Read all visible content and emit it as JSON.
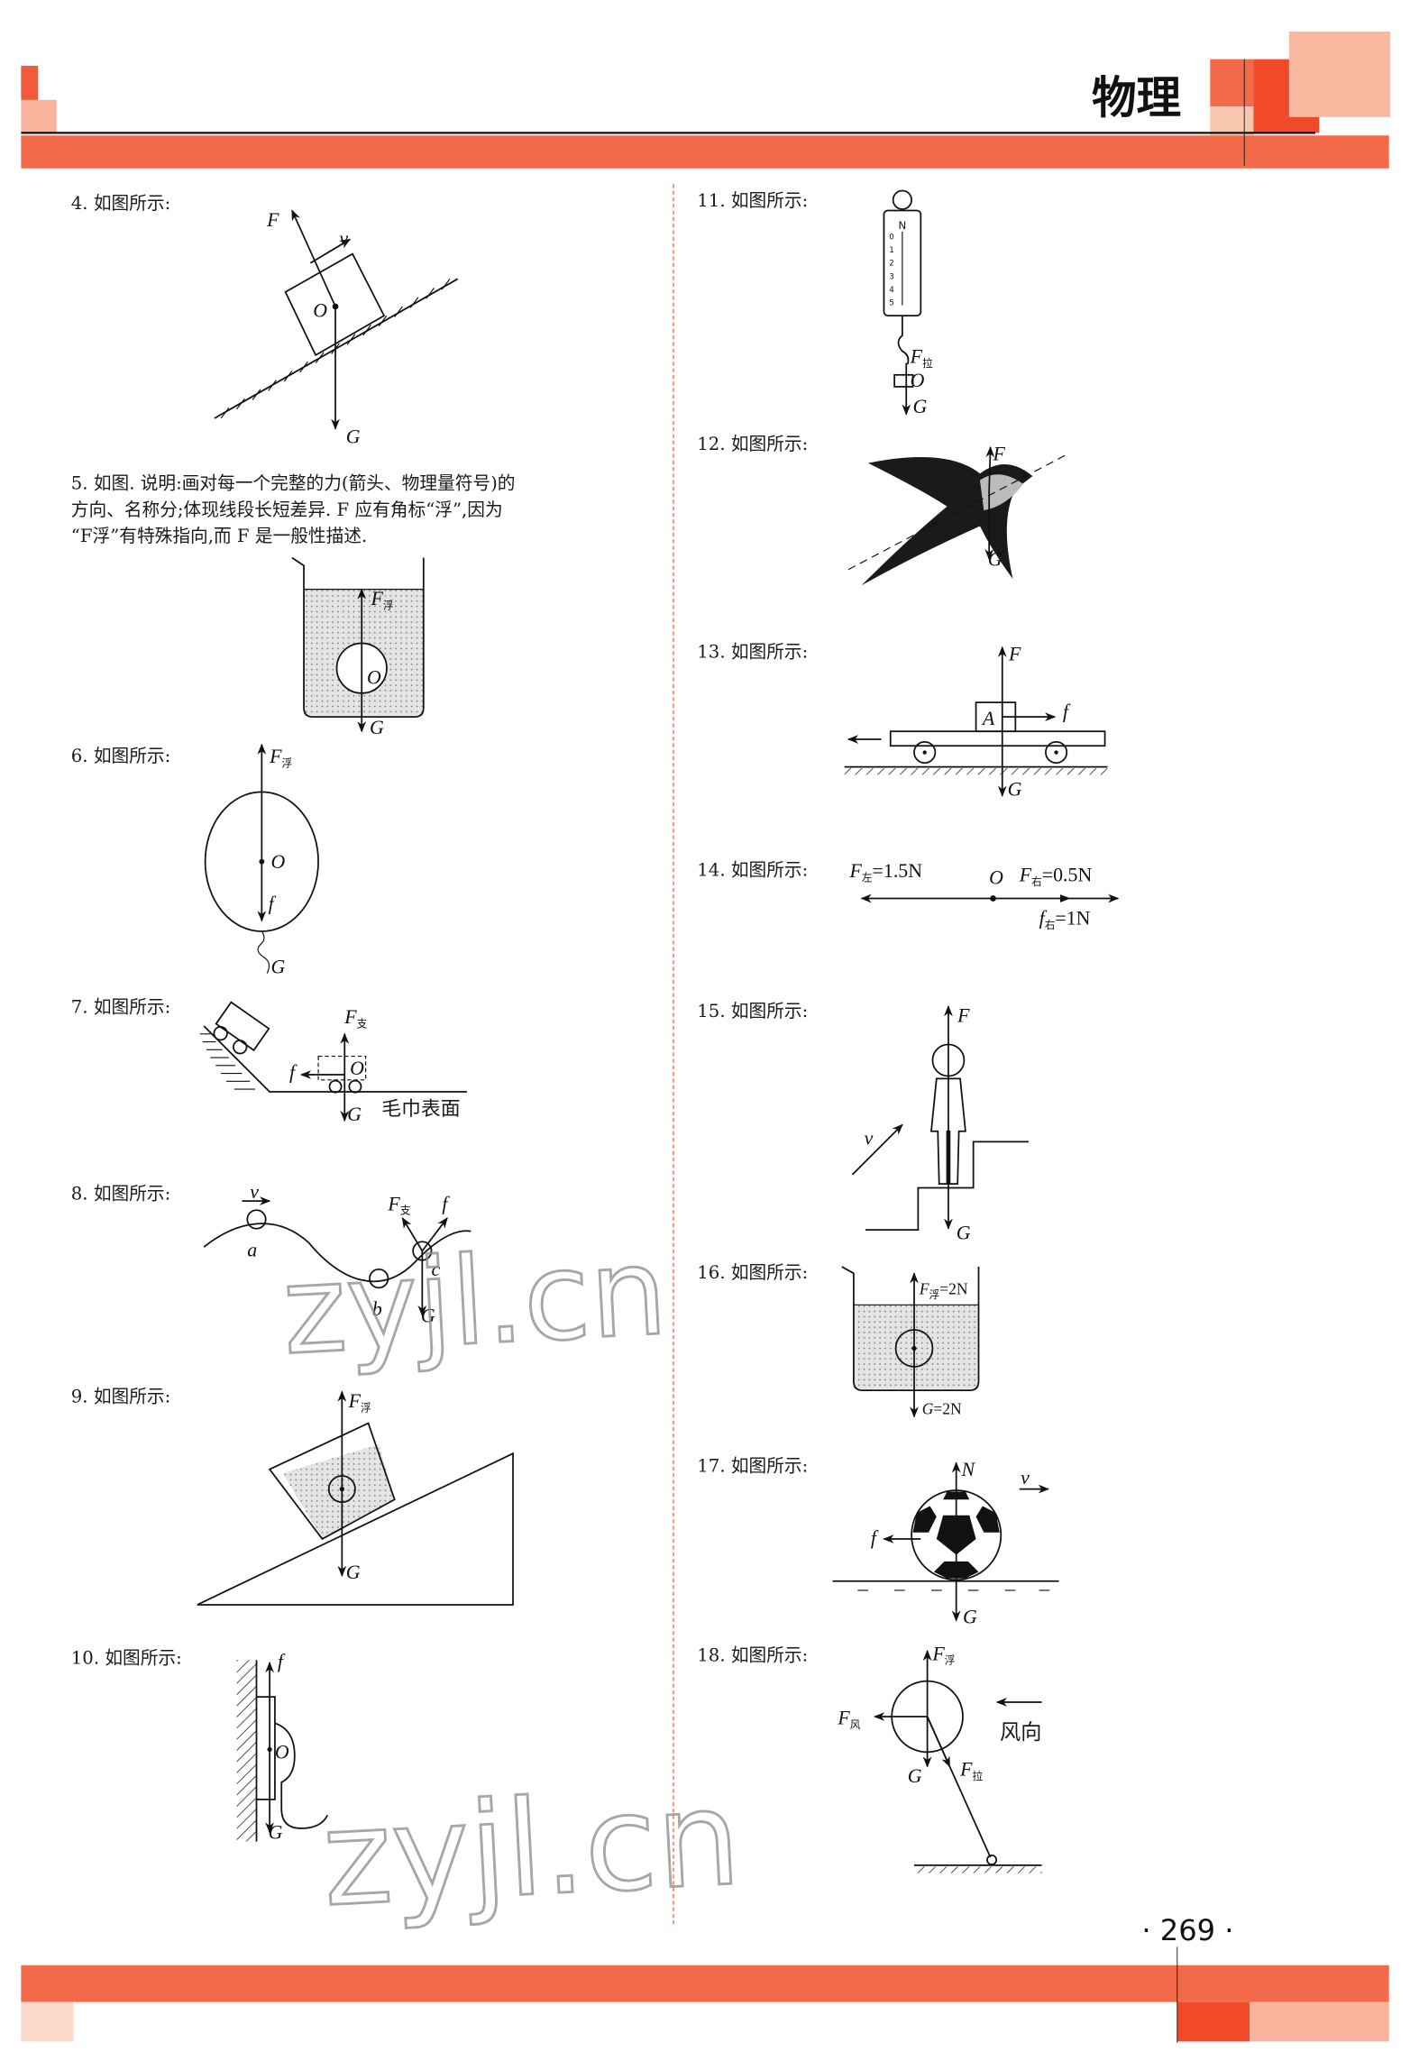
{
  "header": {
    "subject": "物理",
    "accent": "#f26a4a",
    "accent_dark": "#f04a2a",
    "accent_light": "#f8b39c"
  },
  "footer": {
    "page_number": "· 269 ·"
  },
  "watermark": "zyjl.cn",
  "items": {
    "q4": {
      "label": "4. 如图所示:",
      "F": "F",
      "v": "v",
      "O": "O",
      "G": "G"
    },
    "q5": {
      "lines": [
        "5. 如图. 说明:画对每一个完整的力(箭头、物理量符号)的",
        "方向、名称分;体现线段长短差异. F 应有角标“浮”,因为",
        "“F浮”有特殊指向,而 F 是一般性描述."
      ],
      "F": "F",
      "F_sub": "浮",
      "O": "O",
      "G": "G"
    },
    "q6": {
      "label": "6. 如图所示:",
      "F": "F",
      "F_sub": "浮",
      "O": "O",
      "f": "f",
      "G": "G"
    },
    "q7": {
      "label": "7. 如图所示:",
      "F": "F",
      "F_sub": "支",
      "f": "f",
      "O": "O",
      "G": "G",
      "surface": "毛巾表面"
    },
    "q8": {
      "label": "8. 如图所示:",
      "v": "v",
      "a": "a",
      "b": "b",
      "c": "c",
      "F": "F",
      "F_sub": "支",
      "f": "f",
      "G": "G"
    },
    "q9": {
      "label": "9. 如图所示:",
      "F": "F",
      "F_sub": "浮",
      "G": "G"
    },
    "q10": {
      "label": "10. 如图所示:",
      "f": "f",
      "O": "O",
      "G": "G"
    },
    "q11": {
      "label": "11. 如图所示:",
      "unit": "N",
      "scale": [
        "0",
        "1",
        "2",
        "3",
        "4",
        "5"
      ],
      "F": "F",
      "F_sub": "拉",
      "O": "O",
      "G": "G"
    },
    "q12": {
      "label": "12. 如图所示:",
      "F": "F",
      "G": "G"
    },
    "q13": {
      "label": "13. 如图所示:",
      "F": "F",
      "A": "A",
      "f": "f",
      "G": "G"
    },
    "q14": {
      "label": "14. 如图所示:",
      "F_left": "F",
      "F_left_sub": "左",
      "F_left_val": "=1.5N",
      "O": "O",
      "F_right": "F",
      "F_right_sub": "右",
      "F_right_val": "=0.5N",
      "f_right": "f",
      "f_right_sub": "右",
      "f_right_val": "=1N"
    },
    "q15": {
      "label": "15. 如图所示:",
      "F": "F",
      "v": "v",
      "G": "G"
    },
    "q16": {
      "label": "16. 如图所示:",
      "F": "F",
      "F_sub": "浮",
      "F_val": "=2N",
      "G": "G",
      "G_val": "=2N"
    },
    "q17": {
      "label": "17. 如图所示:",
      "N": "N",
      "v": "v",
      "f": "f",
      "G": "G"
    },
    "q18": {
      "label": "18. 如图所示:",
      "F_up": "F",
      "F_up_sub": "浮",
      "F_wind": "F",
      "F_wind_sub": "风",
      "G": "G",
      "F_pull": "F",
      "F_pull_sub": "拉",
      "wind_dir": "风向"
    }
  }
}
